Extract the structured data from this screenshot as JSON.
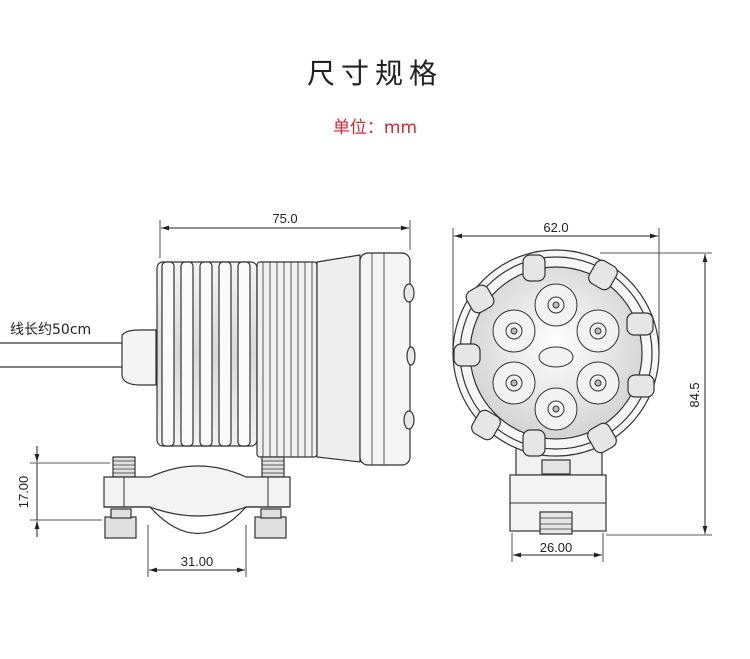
{
  "header": {
    "title": "尺寸规格",
    "unit": "单位：mm"
  },
  "dimensions": {
    "side_length": "75.0",
    "front_width": "62.0",
    "front_height": "84.5",
    "bracket_height": "17.00",
    "clamp_width": "31.00",
    "base_width": "26.00",
    "cable_length": "线长约50cm"
  }
}
